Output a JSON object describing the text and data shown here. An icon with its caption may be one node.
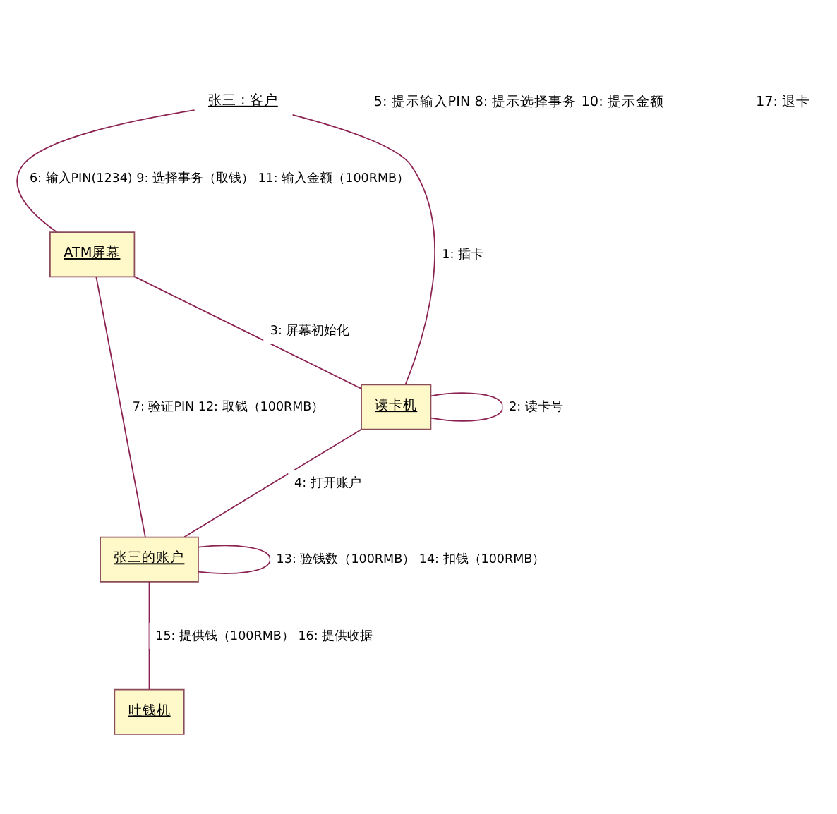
{
  "diagram": {
    "nodes": [
      {
        "text": [
          "张三 : 客户"
        ]
      },
      {
        "text": [
          "ATM屏幕"
        ]
      },
      {
        "text": [
          "读卡机"
        ]
      },
      {
        "text": [
          "张三的账户"
        ]
      },
      {
        "text": [
          "吐钱机"
        ]
      }
    ],
    "edges": [
      {
        "from": 0,
        "to": 1,
        "arrow": "none",
        "label": "6: 输入PIN(1234) 9: 选择事务（取钱） 11: 输入金额（100RMB）"
      },
      {
        "from": 0,
        "to": 2,
        "arrow": "none",
        "label": "1: 插卡"
      },
      {
        "from": 1,
        "to": 2,
        "arrow": "none",
        "label": "3: 屏幕初始化"
      },
      {
        "from": 2,
        "to": 2,
        "arrow": "none",
        "label": "2: 读卡号"
      },
      {
        "from": 1,
        "to": 3,
        "arrow": "none",
        "label": "7: 验证PIN 12: 取钱（100RMB）"
      },
      {
        "from": 3,
        "to": 3,
        "arrow": "none",
        "label": "13: 验钱数（100RMB） 14: 扣钱（100RMB）"
      },
      {
        "from": 2,
        "to": 3,
        "arrow": "none",
        "label": "4: 打开账户"
      },
      {
        "from": 3,
        "to": 4,
        "arrow": "none",
        "label": "15: 提供钱（100RMB） 16: 提供收据"
      }
    ],
    "labels": [
      "5: 提示输入PIN 8: 提示选择事务 10: 提示金额",
      "17: 退卡"
    ]
  }
}
